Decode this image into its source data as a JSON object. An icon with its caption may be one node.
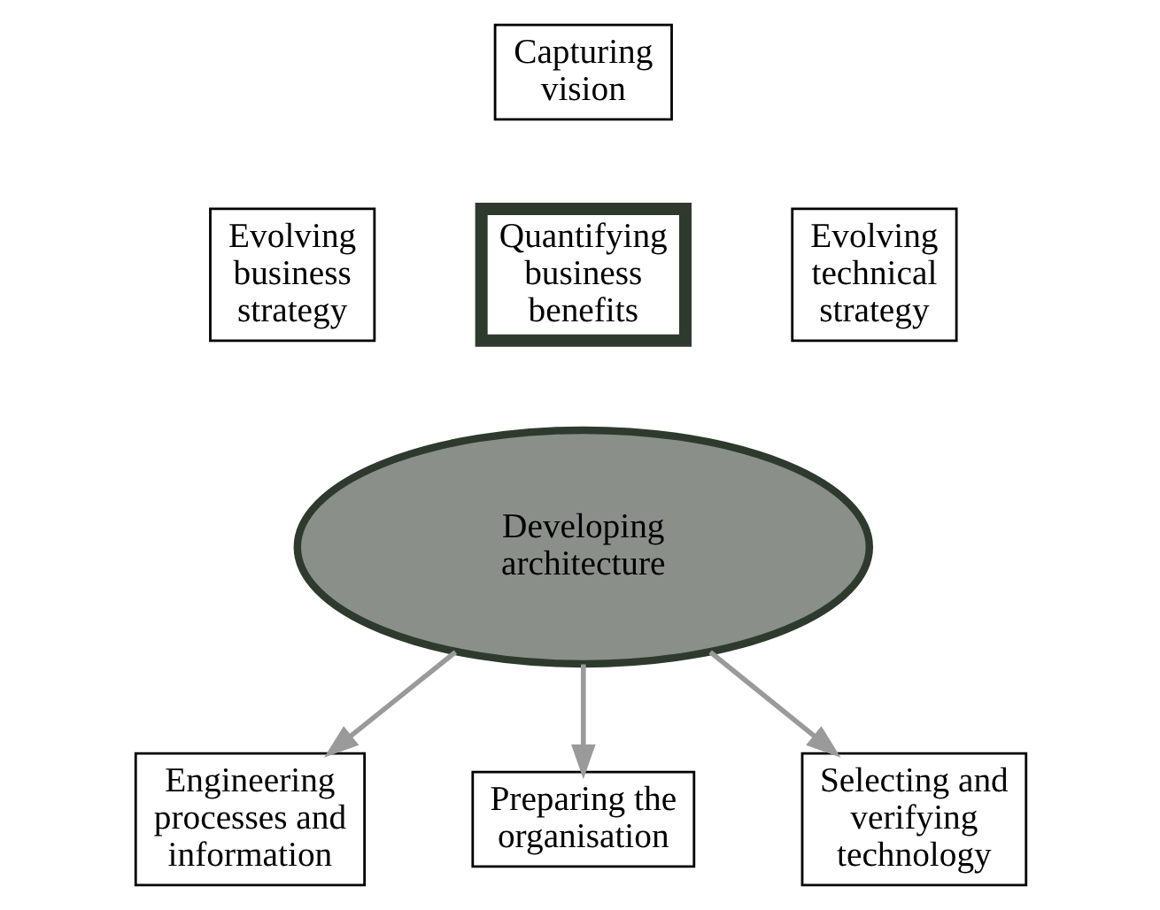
{
  "diagram": {
    "nodes": [
      {
        "text": [
          "Capturing vision"
        ]
      },
      {
        "text": [
          "Evolving business strategy"
        ]
      },
      {
        "text": [
          "Quantifying business benefits"
        ]
      },
      {
        "text": [
          "Evolving technical strategy"
        ]
      },
      {
        "text": [
          "Developing architecture"
        ]
      },
      {
        "text": [
          "Engineering processes and information"
        ]
      },
      {
        "text": [
          "Preparing the organisation"
        ]
      },
      {
        "text": [
          "Selecting and verifying technology"
        ]
      }
    ],
    "edges": [
      {
        "from": 4,
        "to": 5,
        "arrow": "to"
      },
      {
        "from": 4,
        "to": 6,
        "arrow": "to"
      },
      {
        "from": 4,
        "to": 7,
        "arrow": "to"
      }
    ]
  }
}
